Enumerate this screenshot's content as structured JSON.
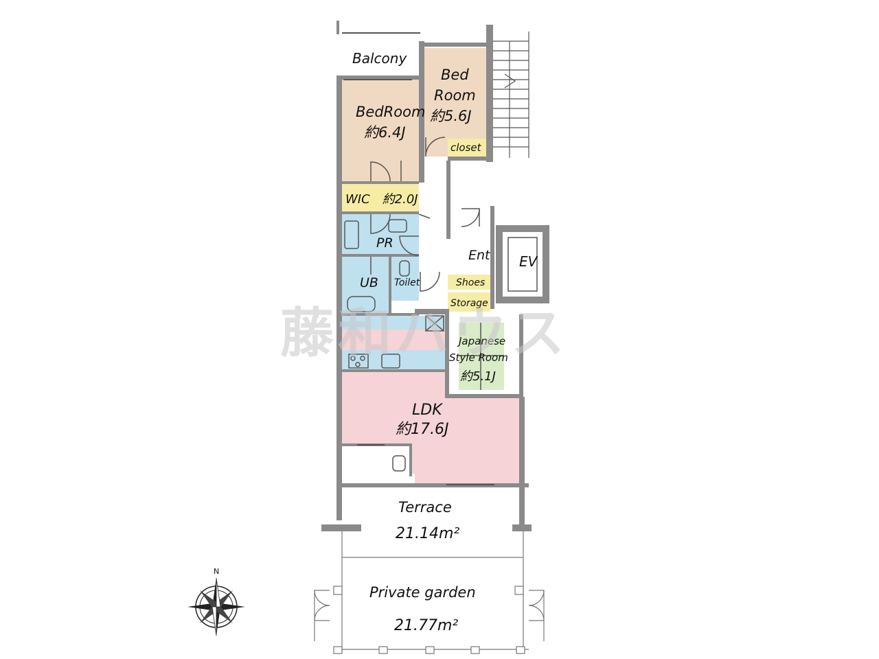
{
  "rooms": {
    "balcony": "Balcony",
    "bedroom1_name": "BedRoom",
    "bedroom1_size": "約6.4J",
    "bedroom2_name_1": "Bed",
    "bedroom2_name_2": "Room",
    "bedroom2_size": "約5.6J",
    "closet": "closet",
    "wic": "WIC　約2.0J",
    "pr": "PR",
    "ub": "UB",
    "toilet": "Toilet",
    "ent": "Ent",
    "shoes": "Shoes",
    "storage": "Storage",
    "ev": "EV",
    "japanese_1": "Japanese",
    "japanese_2": "Style Room",
    "japanese_size": "約5.1J",
    "ldk_name": "LDK",
    "ldk_size": "約17.6J",
    "terrace_name": "Terrace",
    "terrace_size": "21.14m²",
    "garden_name": "Private garden",
    "garden_size": "21.77m²"
  },
  "compass": {
    "north": "N"
  },
  "watermark": "藤和ハウス",
  "colors": {
    "bedroom": "#f0d9c2",
    "wic": "#f6eca6",
    "wet": "#bfe0ee",
    "japanese": "#d8ecc8",
    "ldk": "#f5d3d6",
    "wall": "#8a8a8a"
  }
}
